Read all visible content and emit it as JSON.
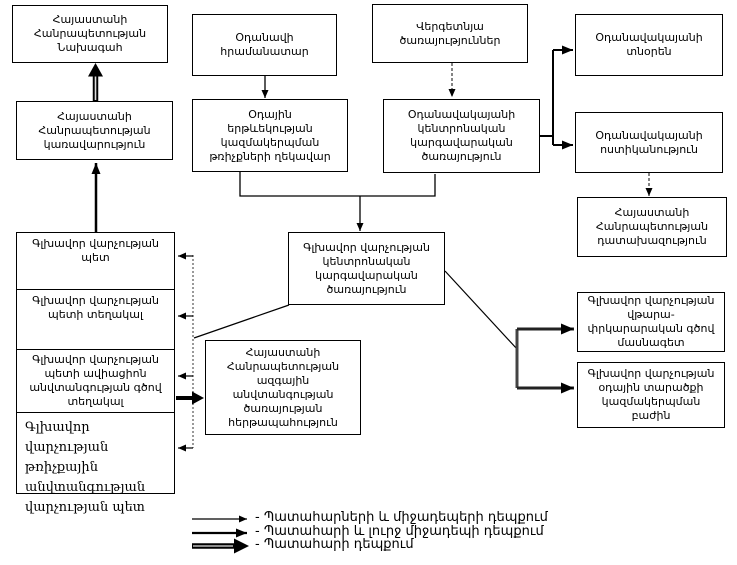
{
  "boxes": {
    "president": {
      "label": "Հայաստանի\nՀանրապետության\nՆախագահ"
    },
    "government": {
      "label": "Հայաստանի\nՀանրապետության\nկառավարություն"
    },
    "commander": {
      "label": "Օդանավի\nհրամանատար"
    },
    "flight_director": {
      "label": "Օդային\nերթևեկության\nկազմակերպման\nթռիչքների ղեկավար"
    },
    "ground_services": {
      "label": "Վերգետնյա\nծառայություններ"
    },
    "airport_dispatch": {
      "label": "Օդանավակայանի\nկենտրոնական\nկարգավարական\nծառայություն"
    },
    "airport_director": {
      "label": "Օդանավակայանի\nտնօրեն"
    },
    "airport_police": {
      "label": "Օդանավակայանի\nոստիկանություն"
    },
    "prosecutor": {
      "label": "Հայաստանի\nՀանրապետության\nդատախազություն"
    },
    "central_dispatch": {
      "label": "Գլխավոր վարչության\nկենտրոնական\nկարգավարական\nծառայություն"
    },
    "chief": {
      "label": "Գլխավոր վարչության\nպետ"
    },
    "chief_deputy": {
      "label": "Գլխավոր վարչության\nպետի տեղակալ"
    },
    "avsec_deputy": {
      "label": "Գլխավոր վարչության\nպետի ավիացիոն\nանվտանգության գծով\nտեղակալ"
    },
    "flight_safety_head": {
      "label": "Գլխավոր վարչության\nթռիչքային\nանվտանգության\nվարչության պետ"
    },
    "nss_duty": {
      "label": "Հայաստանի\nՀանրապետության\nազգային\nանվտանգության\nծառայության\nհերթապահություն"
    },
    "rescue_specialist": {
      "label": "Գլխավոր վարչության\nվթարա-\nփրկարարական գծով\nմասնագետ"
    },
    "airspace_division": {
      "label": "Գլխավոր վարչության\nօդային տարածքի\nկազմակերպման\nբաժին"
    }
  },
  "legend": {
    "items": [
      {
        "id": "thin",
        "label": "- Պատահարների և միջադեպերի դեպքում"
      },
      {
        "id": "medium",
        "label": "- Պատահարի և լուրջ միջադեպի դեպքում"
      },
      {
        "id": "thick",
        "label": "- Պատահարի դեպքում"
      }
    ]
  },
  "colors": {
    "line": "#000000",
    "background": "#ffffff",
    "dotted_spine": "#999999",
    "right_spine": "#444444"
  }
}
